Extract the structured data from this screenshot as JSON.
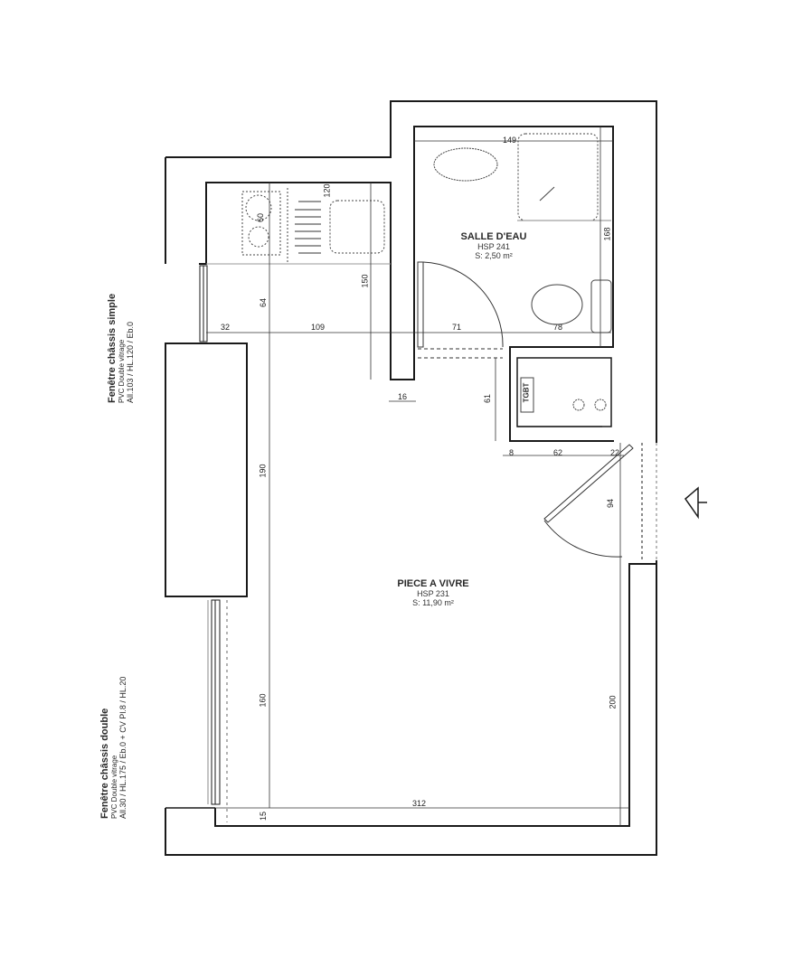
{
  "plan": {
    "rooms": [
      {
        "id": "salle_eau",
        "name": "SALLE D'EAU",
        "hsp": "HSP 241",
        "surface": "S: 2,50 m²"
      },
      {
        "id": "piece_vivre",
        "name": "PIECE A VIVRE",
        "hsp": "HSP 231",
        "surface": "S: 11,90 m²"
      }
    ],
    "windows": [
      {
        "id": "window_simple",
        "title": "Fenêtre châssis simple",
        "type": "PVC Double vitrage",
        "spec": "All.103 / HL.120 / Eb.0"
      },
      {
        "id": "window_double",
        "title": "Fenêtre châssis double",
        "type": "PVC Double vitrage",
        "spec": "All.30 / HL.175 / Eb.0 + CV Pl.8 / HL.20"
      }
    ],
    "equipment": {
      "tgbt_label": "TGBT",
      "hob_label": "60",
      "sink_label": "120"
    },
    "dimensions": {
      "d149": "149",
      "d168": "168",
      "d150": "150",
      "d64": "64",
      "d32": "32",
      "d109": "109",
      "d71": "71",
      "d78": "78",
      "d16": "16",
      "d61": "61",
      "d8": "8",
      "d62": "62",
      "d22": "22",
      "d94": "94",
      "d190": "190",
      "d160": "160",
      "d200": "200",
      "d312": "312",
      "d15": "15"
    },
    "entrance_marker": "entrance-arrow"
  }
}
